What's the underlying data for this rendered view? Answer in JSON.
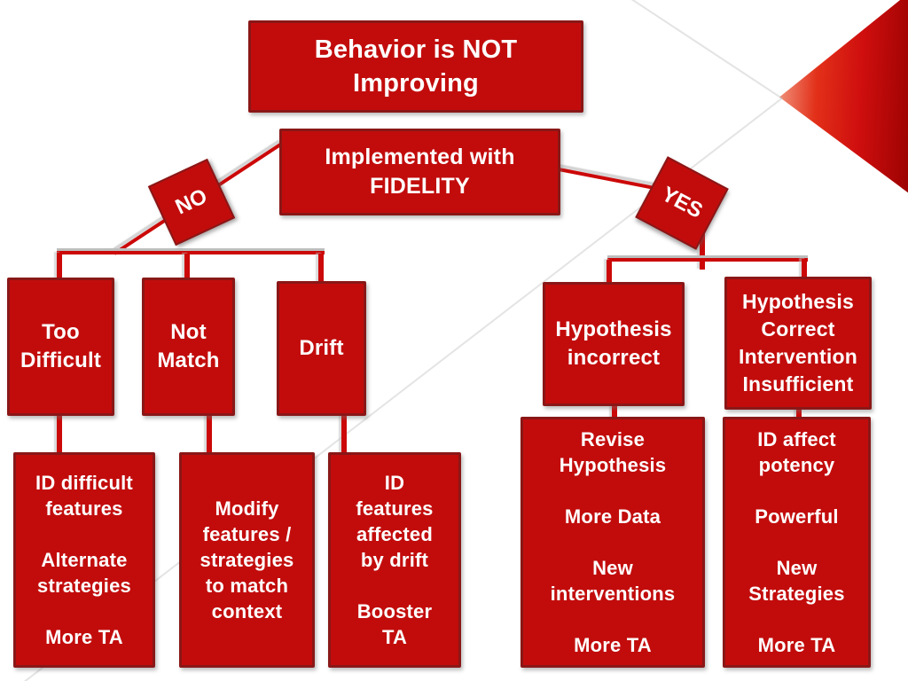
{
  "slide_title": "Behavior is NOT Improving decision flowchart",
  "colors": {
    "box_fill": "#c20c0c",
    "box_border": "#8a1717",
    "connector": "#cc0808",
    "text_color": "#ffffff",
    "shadow": "#bdbdbd",
    "triangle_light": "#f29a84",
    "triangle_dark": "#9c0202"
  },
  "nodes": {
    "root": "Behavior is NOT\nImproving",
    "fidelity": "Implemented with\nFIDELITY",
    "no": "NO",
    "yes": "YES",
    "too_difficult": "Too\nDifficult",
    "not_match": "Not\nMatch",
    "drift": "Drift",
    "id_difficult": "ID difficult\nfeatures\n\nAlternate\nstrategies\n\nMore TA",
    "modify": "Modify\nfeatures /\nstrategies\nto match\ncontext",
    "id_features": "ID\nfeatures\naffected\nby drift\n\nBooster\nTA",
    "hyp_incorrect": "Hypothesis\nincorrect",
    "hyp_correct": "Hypothesis\nCorrect\nIntervention\nInsufficient",
    "revise": "Revise\nHypothesis\n\nMore Data\n\nNew\ninterventions\n\nMore TA",
    "id_affect": "ID affect\npotency\n\nPowerful\n\nNew\nStrategies\n\nMore TA"
  }
}
